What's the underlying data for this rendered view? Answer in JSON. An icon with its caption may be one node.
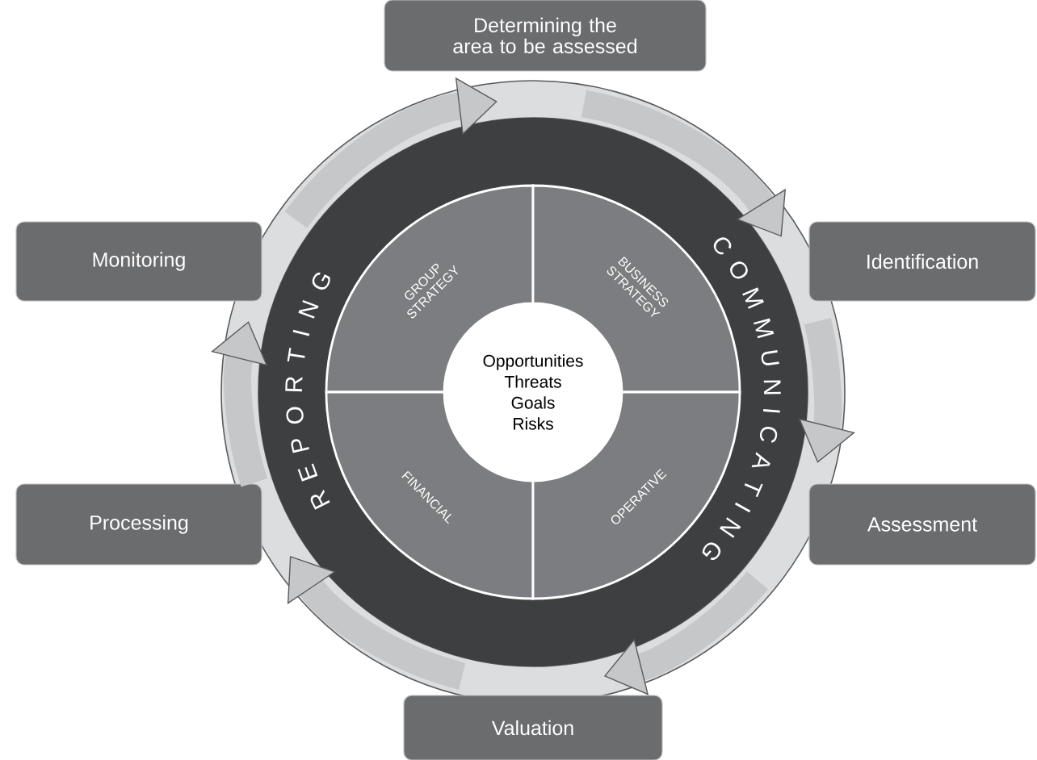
{
  "diagram": {
    "nodes": [
      {
        "text": [
          "Determining the area to be assessed"
        ]
      },
      {
        "text": [
          "Identification"
        ]
      },
      {
        "text": [
          "Assessment"
        ]
      },
      {
        "text": [
          "Valuation"
        ]
      },
      {
        "text": [
          "Processing"
        ]
      },
      {
        "text": [
          "Monitoring"
        ]
      },
      {
        "text": [
          "GROUP STRATEGY"
        ]
      },
      {
        "text": [
          "BUSINESS STRATEGY"
        ]
      },
      {
        "text": [
          "FINANCIAL"
        ]
      },
      {
        "text": [
          "OPERATIVE"
        ]
      },
      {
        "text": [
          "Opportunities",
          "Threats",
          "Goals",
          "Risks"
        ]
      }
    ],
    "edges": [
      {
        "from": 0,
        "to": 1,
        "arrow": "to"
      },
      {
        "from": 1,
        "to": 2,
        "arrow": "to"
      },
      {
        "from": 2,
        "to": 3,
        "arrow": "to"
      },
      {
        "from": 3,
        "to": 4,
        "arrow": "to"
      },
      {
        "from": 4,
        "to": 5,
        "arrow": "to"
      },
      {
        "from": 5,
        "to": 0,
        "arrow": "to"
      }
    ],
    "labels": [
      "REPORTING",
      "COMMUNICATING"
    ]
  }
}
